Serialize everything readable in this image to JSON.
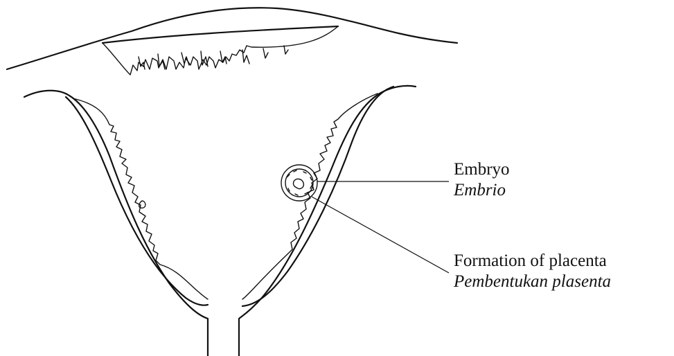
{
  "labels": {
    "embryo": {
      "english": "Embryo",
      "malay": "Embrio"
    },
    "placenta": {
      "english": "Formation of placenta",
      "malay": "Pembentukan plasenta"
    }
  },
  "colors": {
    "ink": "#111111",
    "background": "#ffffff"
  }
}
